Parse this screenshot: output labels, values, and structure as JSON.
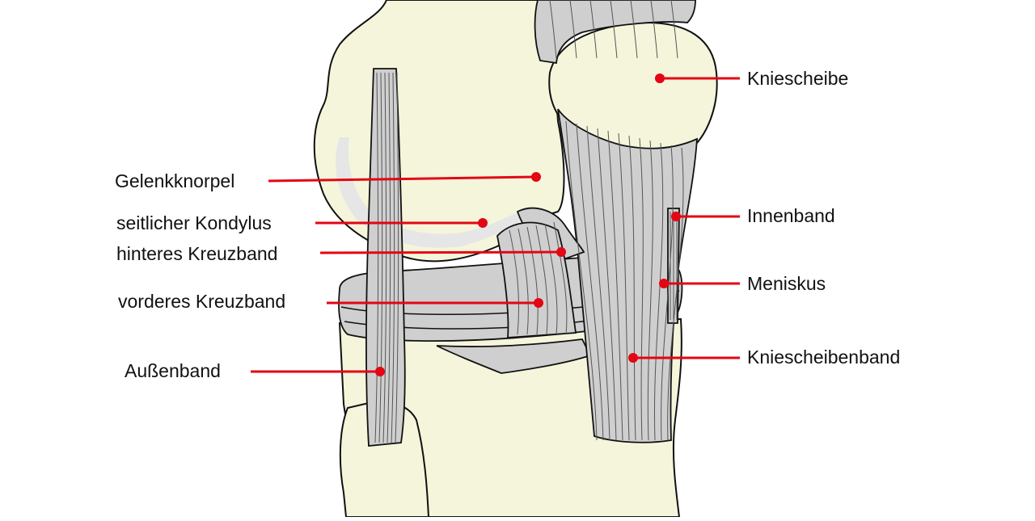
{
  "diagram": {
    "colors": {
      "bone": "#f5f5dc",
      "ligament": "#cfcfcf",
      "cartilage": "#e6e6e6",
      "outline": "#111111",
      "leader": "#e30613",
      "text": "#111111"
    },
    "labels": {
      "kniescheibe": "Kniescheibe",
      "gelenkknorpel": "Gelenkknorpel",
      "seitlicher_kondylus": "seitlicher Kondylus",
      "hinteres_kreuzband": "hinteres Kreuzband",
      "vorderes_kreuzband": "vorderes Kreuzband",
      "aussenband": "Außenband",
      "innenband": "Innenband",
      "meniskus": "Meniskus",
      "kniescheibenband": "Kniescheibenband"
    }
  }
}
